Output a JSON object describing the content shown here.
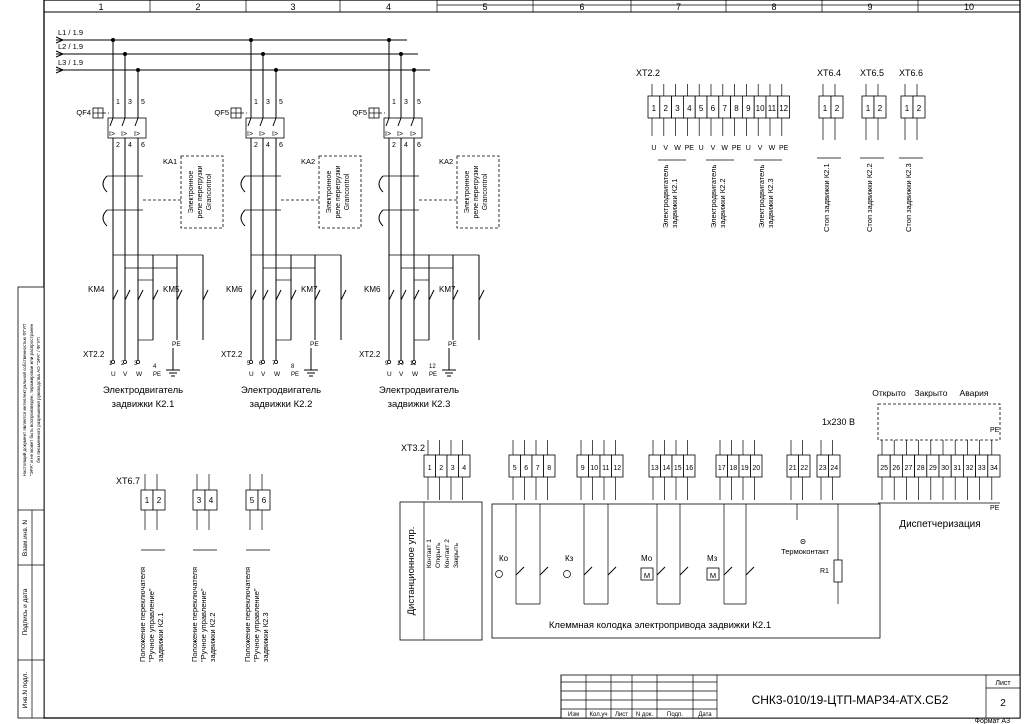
{
  "columns": [
    "1",
    "2",
    "3",
    "4",
    "5",
    "6",
    "7",
    "8",
    "9",
    "10"
  ],
  "lines": [
    "L1 / 1.9",
    "L2 / 1.9",
    "L3 / 1.9"
  ],
  "motor_groups": [
    {
      "breaker": "QF4",
      "relay": "KA1",
      "relay_text": [
        "Электронное",
        "реле перегрузки",
        "Grancontrol"
      ],
      "contactor_a": "KM4",
      "contactor_b": "KM5",
      "terminal": "XT2.2",
      "terminal_pins": [
        "1",
        "2",
        "3",
        "4"
      ],
      "phases": [
        "U",
        "V",
        "W"
      ],
      "pe": "PE",
      "motor": [
        "Электродвигатель",
        "задвижки К2.1"
      ]
    },
    {
      "breaker": "QF5",
      "relay": "KA2",
      "relay_text": [
        "Электронное",
        "реле перегрузки",
        "Grancontrol"
      ],
      "contactor_a": "KM6",
      "contactor_b": "KM7",
      "terminal": "XT2.2",
      "terminal_pins": [
        "5",
        "6",
        "7",
        "8"
      ],
      "phases": [
        "U",
        "V",
        "W"
      ],
      "pe": "PE",
      "motor": [
        "Электродвигатель",
        "задвижки К2.2"
      ]
    },
    {
      "breaker": "QF5",
      "relay": "KA2",
      "relay_text": [
        "Электронное",
        "реле перегрузки",
        "Grancontrol"
      ],
      "contactor_a": "KM6",
      "contactor_b": "KM7",
      "terminal": "XT2.2",
      "terminal_pins": [
        "9",
        "10",
        "11",
        "12"
      ],
      "phases": [
        "U",
        "V",
        "W"
      ],
      "pe": "PE",
      "motor": [
        "Электродвигатель",
        "задвижки К2.3"
      ]
    }
  ],
  "breaker_pins_top": [
    "1",
    "3",
    "5"
  ],
  "breaker_pins_bottom": [
    "2",
    "4",
    "6"
  ],
  "breaker_elem": "I>",
  "xt22_block": {
    "title": "XT2.2",
    "pins": [
      "1",
      "2",
      "3",
      "4",
      "5",
      "6",
      "7",
      "8",
      "9",
      "10",
      "11",
      "12"
    ],
    "phases": [
      "U",
      "V",
      "W",
      "PE",
      "U",
      "V",
      "W",
      "PE",
      "U",
      "V",
      "W",
      "PE"
    ],
    "labels": [
      [
        "Электродвигатель",
        "задвижки К2.1"
      ],
      [
        "Электродвигатель",
        "задвижки К2.2"
      ],
      [
        "Электродвигатель",
        "задвижки К2.3"
      ]
    ]
  },
  "stop_blocks": [
    {
      "title": "XT6.4",
      "pins": [
        "1",
        "2"
      ],
      "label": "Стоп задвижки К2.1"
    },
    {
      "title": "XT6.5",
      "pins": [
        "1",
        "2"
      ],
      "label": "Стоп задвижки К2.2"
    },
    {
      "title": "XT6.6",
      "pins": [
        "1",
        "2"
      ],
      "label": "Стоп задвижки К2.3"
    }
  ],
  "xt67": {
    "title": "XT6.7",
    "pairs": [
      [
        "1",
        "2"
      ],
      [
        "3",
        "4"
      ],
      [
        "5",
        "6"
      ]
    ],
    "labels": [
      [
        "Положение переключателя",
        "\"Ручное управление\"",
        "задвижки К2.1"
      ],
      [
        "Положение переключателя",
        "\"Ручное управление\"",
        "задвижки К2.2"
      ],
      [
        "Положение переключателя",
        "\"Ручное управление\"",
        "задвижки К2.3"
      ]
    ]
  },
  "xt32": {
    "title": "XT3.2",
    "groups": [
      [
        "1",
        "2",
        "3",
        "4"
      ],
      [
        "5",
        "6",
        "7",
        "8"
      ],
      [
        "9",
        "10",
        "11",
        "12"
      ],
      [
        "13",
        "14",
        "15",
        "16"
      ],
      [
        "17",
        "18",
        "19",
        "20"
      ],
      [
        "21",
        "22"
      ],
      [
        "23",
        "24"
      ],
      [
        "25",
        "26",
        "27",
        "28",
        "29",
        "30",
        "31",
        "32",
        "33",
        "34"
      ]
    ]
  },
  "remote": {
    "title": "Дистанционное упр.",
    "contacts": [
      "Контакт 1",
      "Открыть",
      "Контакт 2",
      "Закрыть"
    ]
  },
  "actuator": {
    "title": "Клеммная колодка электропривода задвижки К2.1",
    "ko": "Ко",
    "kz": "Кз",
    "mo": "Мо",
    "mz": "Мз",
    "m": "M",
    "thermo": "Термоконтакт",
    "theta": "Θ",
    "r1": "R1"
  },
  "supply": "1x230 В",
  "dispatch": {
    "title": "Диспетчеризация",
    "states": [
      "Открыто",
      "Закрыто",
      "Авария"
    ],
    "pe": "PE"
  },
  "side_notice": [
    "Настоящий документ является интеллектуальной собственностью ФГУП",
    "\"ЭРА\" и не может быть воспроизведен, тиражирован или распространен",
    "без письменного разрешения руководства АО \"ЭРА\" / ФГУП"
  ],
  "side_fields": [
    "Взам.инв. N",
    "Подпись и дата",
    "Инв.N подл."
  ],
  "title_block": {
    "headers": [
      "Изм",
      "Кол.уч",
      "Лист",
      "N док.",
      "Подп.",
      "Дата"
    ],
    "code": "СНК3-010/19-ЦТП-МАР34-АТХ.СБ2",
    "sheet_label": "Лист",
    "sheet_no": "2"
  },
  "format": "Формат А3"
}
